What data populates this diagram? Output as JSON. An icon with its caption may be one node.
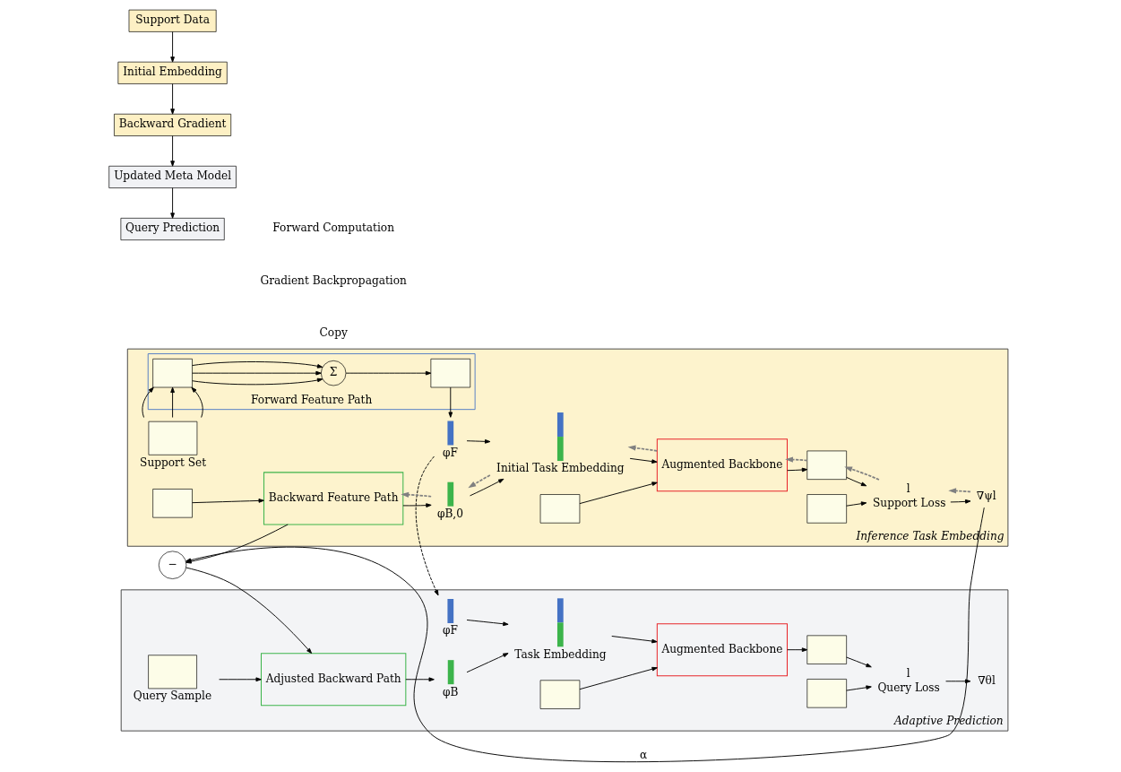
{
  "diagram": {
    "nodes": [
      {
        "text": [
          "Inference Task Embedding"
        ]
      },
      {
        "text": [
          "Support Set"
        ],
        "in": 0
      },
      {
        "text": [
          "Forward Feature Path"
        ],
        "in": 0
      },
      {
        "text": [],
        "shape": "box",
        "in": 2
      },
      {
        "text": [
          "Σ"
        ],
        "in": 2
      },
      {
        "text": [],
        "shape": "box",
        "in": 2
      },
      {
        "text": [
          "φF"
        ],
        "in": 0
      },
      {
        "text": [
          "Backward Feature Path"
        ],
        "in": 0
      },
      {
        "text": [],
        "shape": "box",
        "in": 0
      },
      {
        "text": [
          "φB,0"
        ],
        "in": 0
      },
      {
        "text": [
          "Initial Task Embedding"
        ],
        "in": 0
      },
      {
        "text": [],
        "shape": "box",
        "in": 0
      },
      {
        "text": [
          "Augmented Backbone"
        ],
        "in": 0
      },
      {
        "text": [],
        "shape": "box",
        "in": 0
      },
      {
        "text": [],
        "shape": "box",
        "in": 0
      },
      {
        "text": [
          "l"
        ],
        "beside": [
          "Support Loss"
        ],
        "in": 0
      },
      {
        "text": [
          "∇ψl"
        ],
        "in": 0
      },
      {
        "text": [
          "−"
        ]
      },
      {
        "text": [
          "Adaptive Prediction"
        ]
      },
      {
        "text": [
          "φF"
        ],
        "in": 18
      },
      {
        "text": [
          "Query Sample"
        ],
        "in": 18
      },
      {
        "text": [
          "Adjusted Backward Path"
        ],
        "in": 18
      },
      {
        "text": [
          "φB"
        ],
        "in": 18
      },
      {
        "text": [
          "Task Embedding"
        ],
        "in": 18
      },
      {
        "text": [],
        "shape": "box",
        "in": 18
      },
      {
        "text": [
          "Augmented Backbone"
        ],
        "in": 18
      },
      {
        "text": [],
        "shape": "box",
        "in": 18
      },
      {
        "text": [],
        "shape": "box",
        "in": 18
      },
      {
        "text": [
          "l"
        ],
        "beside": [
          "Query Loss"
        ],
        "in": 18
      },
      {
        "text": [
          "∇θl"
        ],
        "in": 18
      },
      {
        "text": [
          "Support Data"
        ]
      },
      {
        "text": [
          "Initial Embedding"
        ]
      },
      {
        "text": [
          "Backward Gradient"
        ]
      },
      {
        "text": [
          "Updated Meta Model"
        ]
      },
      {
        "text": [
          "Query Prediction"
        ]
      }
    ],
    "edges": [
      {
        "from": 1,
        "to": 3,
        "arrow": "to"
      },
      {
        "from": 1,
        "to": 3,
        "arrow": "to"
      },
      {
        "from": 1,
        "to": 3,
        "arrow": "to"
      },
      {
        "from": 3,
        "to": 4,
        "arrow": "to"
      },
      {
        "from": 3,
        "to": 4,
        "arrow": "to"
      },
      {
        "from": 3,
        "to": 4,
        "arrow": "to"
      },
      {
        "from": 4,
        "to": 5,
        "arrow": "to"
      },
      {
        "from": 5,
        "to": 6,
        "arrow": "to"
      },
      {
        "from": 6,
        "to": 10,
        "arrow": "to"
      },
      {
        "from": 8,
        "to": 7,
        "arrow": "to"
      },
      {
        "from": 7,
        "to": 9,
        "arrow": "to"
      },
      {
        "from": 9,
        "to": 10,
        "arrow": "to"
      },
      {
        "from": 11,
        "to": 12,
        "arrow": "to"
      },
      {
        "from": 10,
        "to": 12,
        "arrow": "to"
      },
      {
        "from": 12,
        "to": 14,
        "arrow": "to"
      },
      {
        "from": 14,
        "to": 15,
        "arrow": "to"
      },
      {
        "from": 13,
        "to": 15,
        "arrow": "to"
      },
      {
        "from": 15,
        "to": 16,
        "arrow": "to"
      },
      {
        "from": 16,
        "to": 15,
        "arrow": "to",
        "style": "dashed",
        "color": "#808080"
      },
      {
        "from": 15,
        "to": 14,
        "arrow": "to",
        "style": "dashed",
        "color": "#808080"
      },
      {
        "from": 14,
        "to": 12,
        "arrow": "to",
        "style": "dashed",
        "color": "#808080"
      },
      {
        "from": 12,
        "to": 10,
        "arrow": "to",
        "style": "dashed",
        "color": "#808080"
      },
      {
        "from": 10,
        "to": 9,
        "arrow": "to",
        "style": "dashed",
        "color": "#808080"
      },
      {
        "from": 9,
        "to": 7,
        "arrow": "to",
        "style": "dashed",
        "color": "#808080"
      },
      {
        "from": 7,
        "to": 17,
        "arrow": "to"
      },
      {
        "from": 16,
        "to": 17,
        "label": "α",
        "arrow": "to"
      },
      {
        "from": 6,
        "to": 19,
        "arrow": "to",
        "style": "dashed"
      },
      {
        "from": 17,
        "to": 21,
        "arrow": "to"
      },
      {
        "from": 20,
        "to": 21,
        "arrow": "to"
      },
      {
        "from": 21,
        "to": 22,
        "arrow": "to"
      },
      {
        "from": 19,
        "to": 23,
        "arrow": "to"
      },
      {
        "from": 22,
        "to": 23,
        "arrow": "to"
      },
      {
        "from": 24,
        "to": 25,
        "arrow": "to"
      },
      {
        "from": 23,
        "to": 25,
        "arrow": "to"
      },
      {
        "from": 25,
        "to": 27,
        "arrow": "to"
      },
      {
        "from": 26,
        "to": 28,
        "arrow": "to"
      },
      {
        "from": 27,
        "to": 28,
        "arrow": "to"
      },
      {
        "from": 28,
        "to": 29,
        "arrow": "to"
      },
      {
        "from": 30,
        "to": 31,
        "arrow": "to"
      },
      {
        "from": 31,
        "to": 32,
        "arrow": "to"
      },
      {
        "from": 32,
        "to": 33,
        "arrow": "to"
      },
      {
        "from": 33,
        "to": 34,
        "arrow": "to"
      }
    ],
    "legend": [
      {
        "text": "Forward Computation"
      },
      {
        "text": "Gradient Backpropagation"
      },
      {
        "text": "Copy"
      }
    ]
  }
}
